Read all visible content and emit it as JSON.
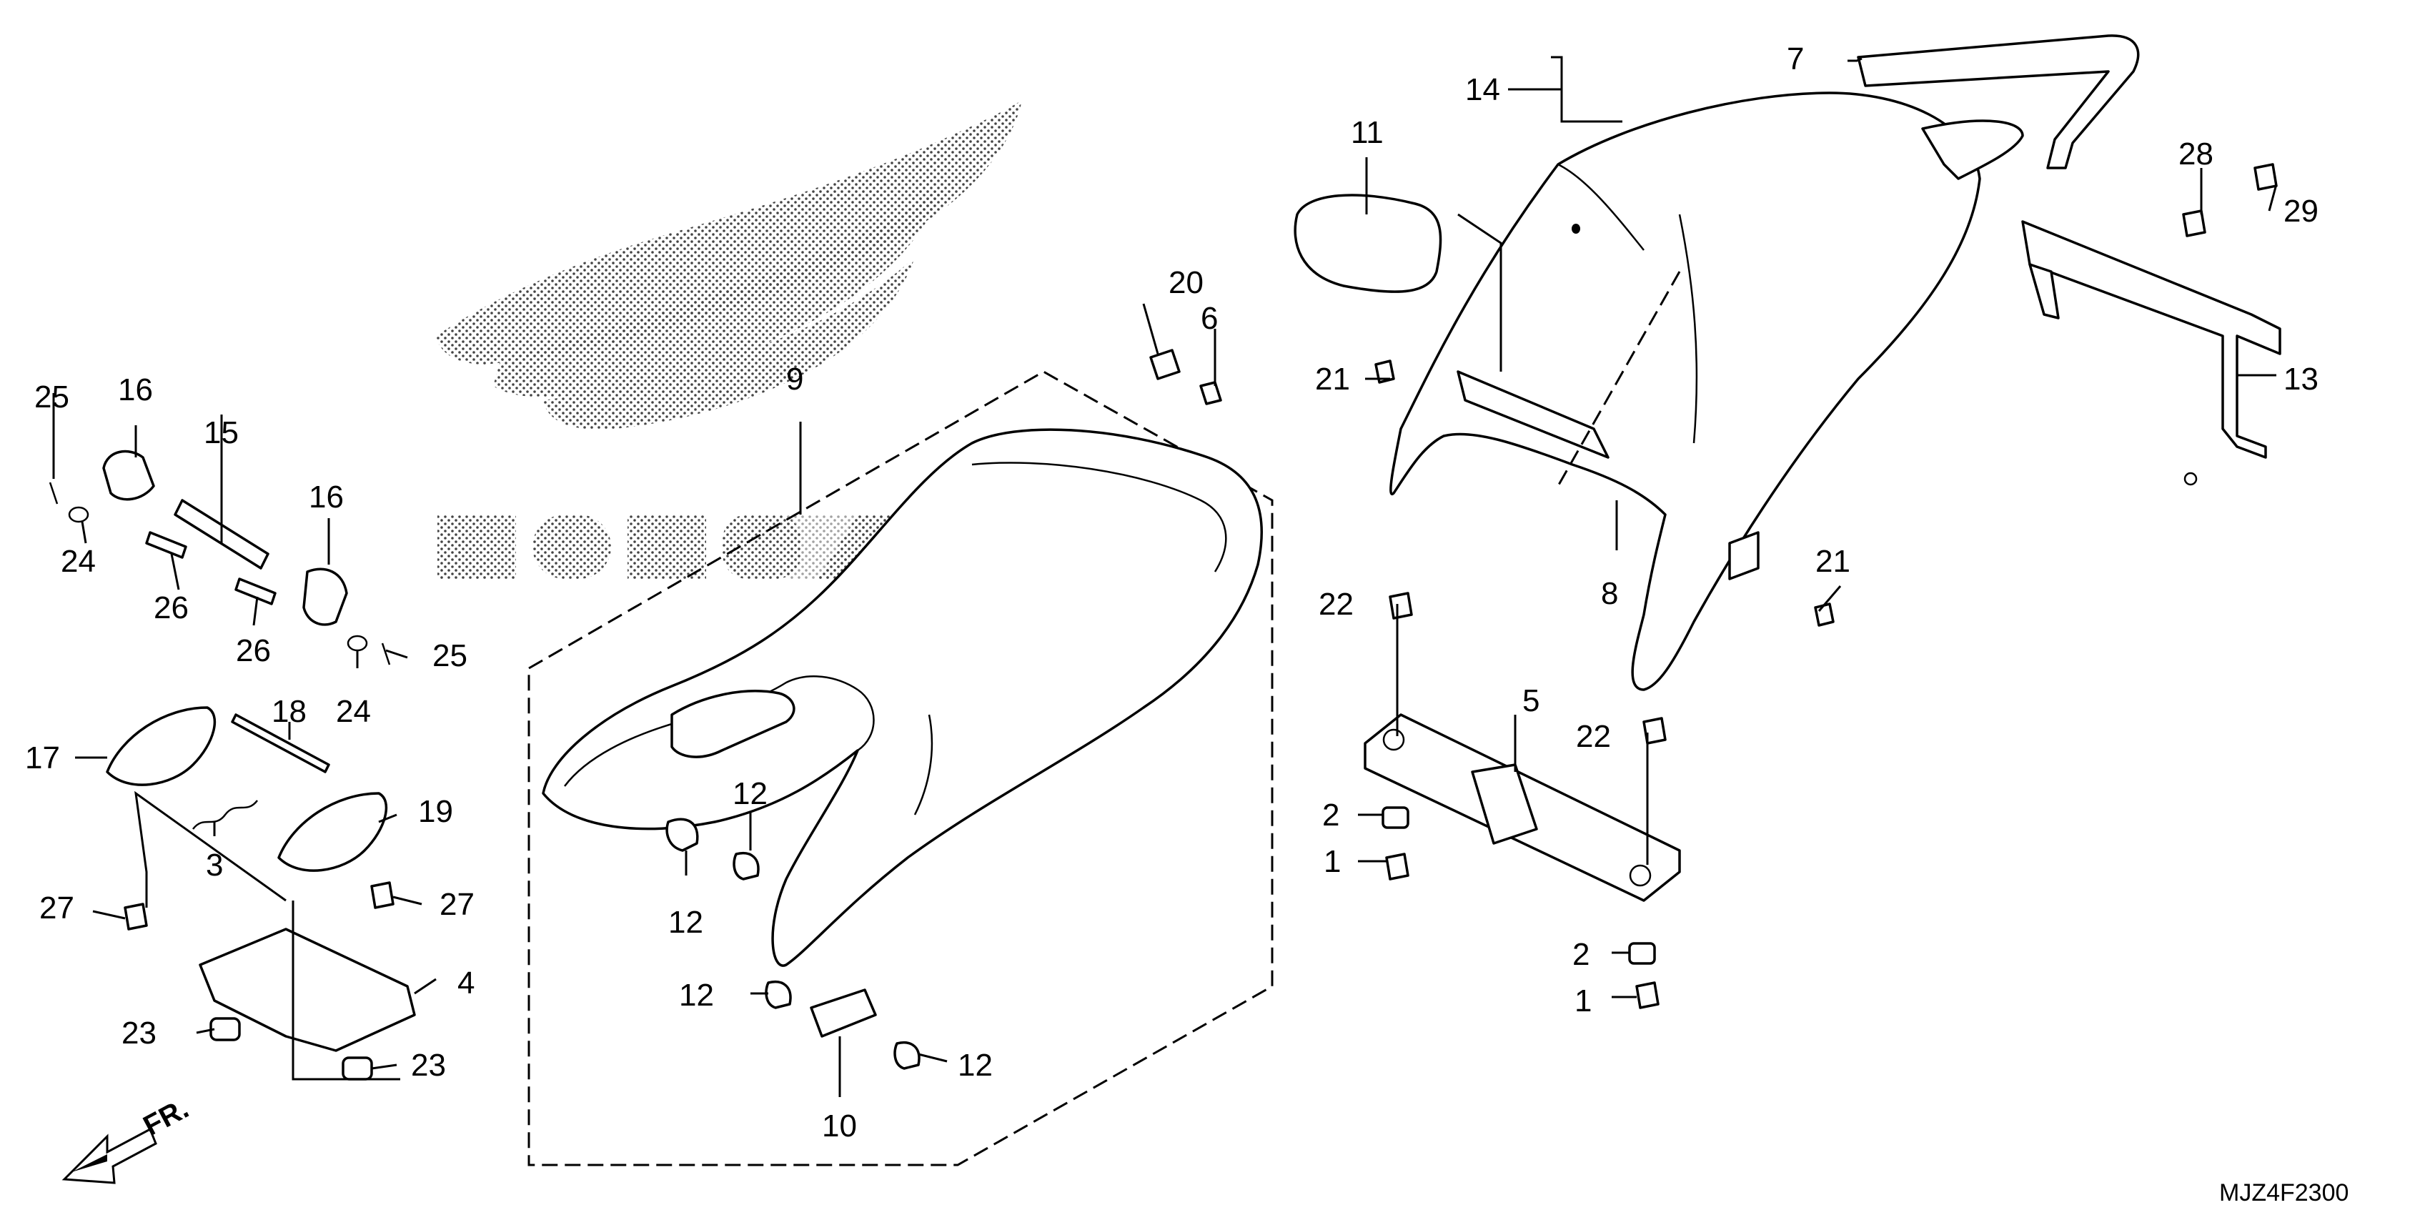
{
  "diagram": {
    "diagram_code": "MJZ4F2300",
    "direction_label": "FR.",
    "callouts": {
      "c1a": "1",
      "c1b": "1",
      "c2a": "2",
      "c2b": "2",
      "c3": "3",
      "c4": "4",
      "c5": "5",
      "c6": "6",
      "c7": "7",
      "c8": "8",
      "c9": "9",
      "c10": "10",
      "c11": "11",
      "c12a": "12",
      "c12b": "12",
      "c12c": "12",
      "c12d": "12",
      "c13": "13",
      "c14": "14",
      "c15": "15",
      "c16a": "16",
      "c16b": "16",
      "c17": "17",
      "c18": "18",
      "c19": "19",
      "c20": "20",
      "c21a": "21",
      "c21b": "21",
      "c22a": "22",
      "c22b": "22",
      "c23a": "23",
      "c23b": "23",
      "c24a": "24",
      "c24b": "24",
      "c25a": "25",
      "c25b": "25",
      "c26a": "26",
      "c26b": "26",
      "c27a": "27",
      "c27b": "27",
      "c28": "28",
      "c29": "29"
    }
  }
}
